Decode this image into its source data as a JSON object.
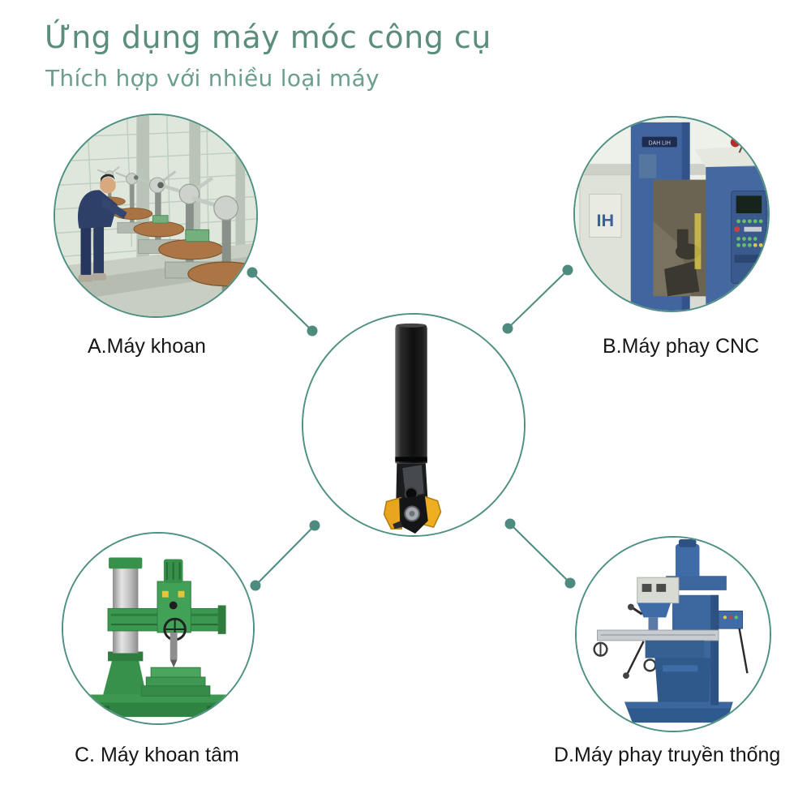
{
  "header": {
    "title": "Ứng dụng máy móc công cụ",
    "subtitle": "Thích hợp với nhiều loại máy",
    "title_color": "#5a8d7b",
    "subtitle_color": "#6b9e8c"
  },
  "diagram": {
    "accent_color": "#4e9082",
    "connector_color": "#4d8b7f",
    "center": {
      "icon": "indexable-milling-cutter-photo",
      "insert_color": "#e8a51e"
    },
    "nodes": [
      {
        "id": "A",
        "label": "A.Máy khoan",
        "position": "top-left",
        "icon": "drill-press-factory-photo"
      },
      {
        "id": "B",
        "label": "B.Máy phay CNC",
        "position": "top-right",
        "icon": "cnc-milling-machine-photo",
        "photo_text": {
          "badge": "DAH LIH",
          "panel_letters": "IH"
        }
      },
      {
        "id": "C",
        "label": "C. Máy khoan tâm",
        "position": "bottom-left",
        "icon": "radial-drilling-machine-photo"
      },
      {
        "id": "D",
        "label": "D.Máy phay truyền thống",
        "position": "bottom-right",
        "icon": "turret-milling-machine-photo"
      }
    ]
  }
}
